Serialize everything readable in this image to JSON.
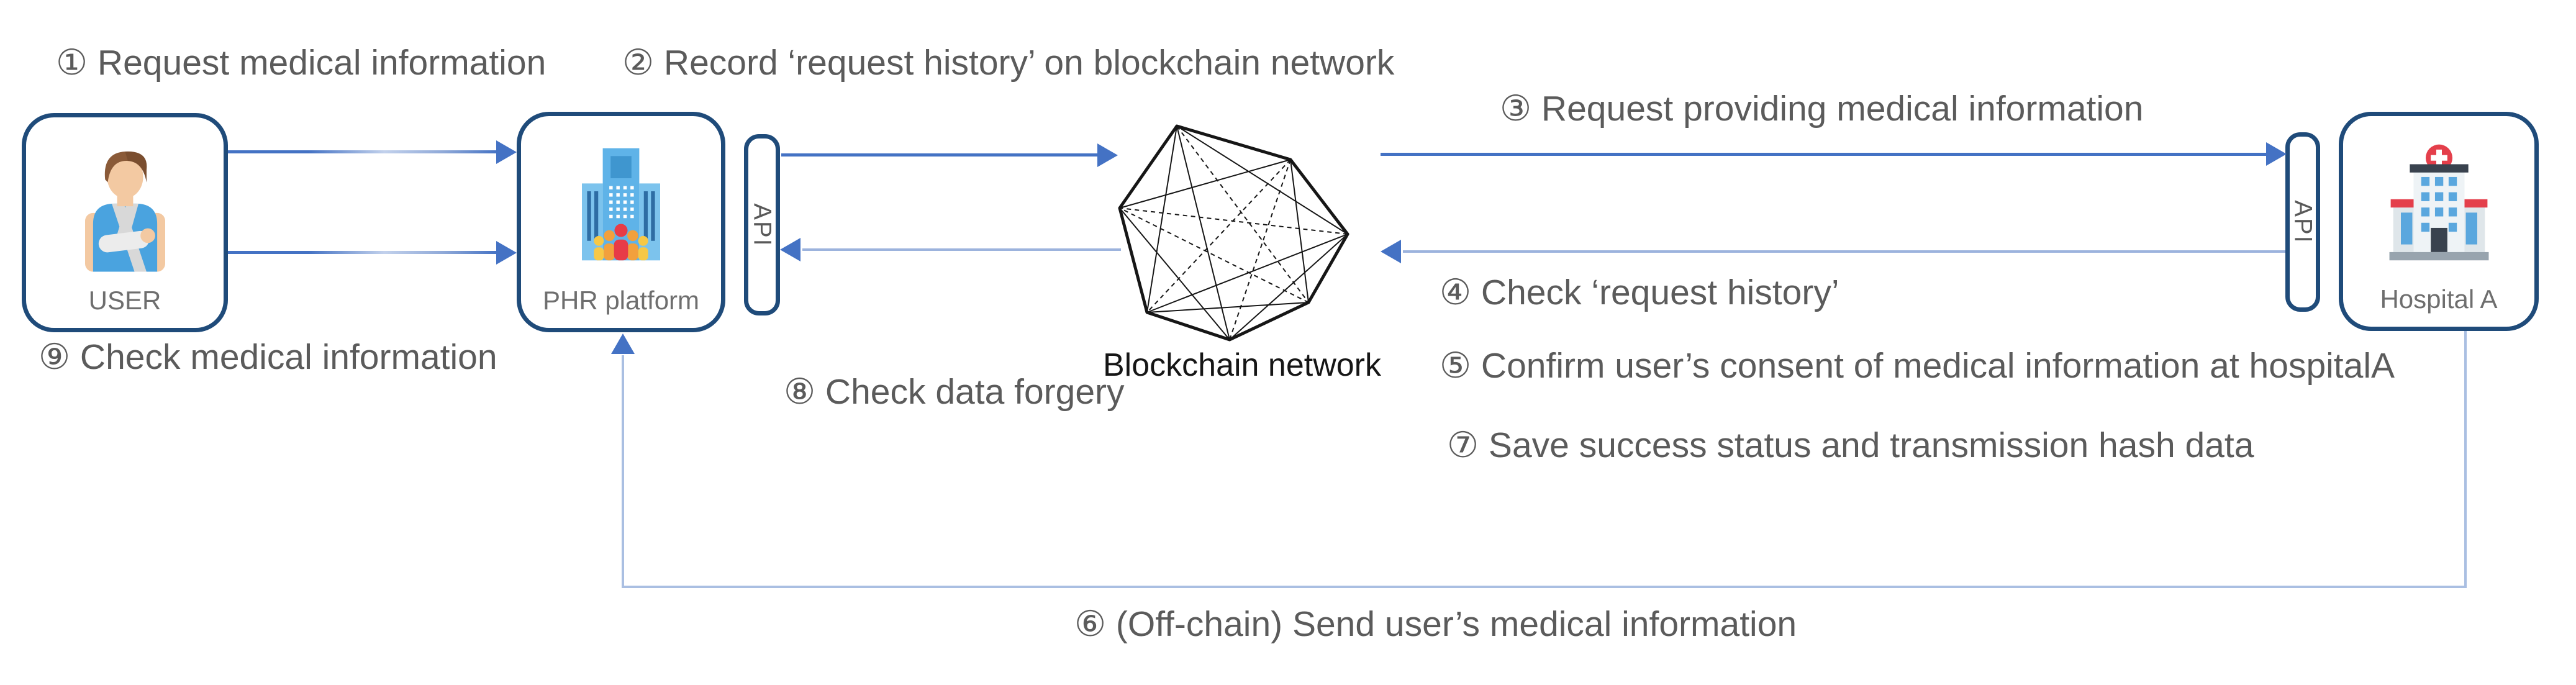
{
  "diagram": {
    "nodes": {
      "user": {
        "label": "USER",
        "icon": "injured-person-icon"
      },
      "phr": {
        "label": "PHR platform",
        "icon": "city-building-icon"
      },
      "api_left": {
        "label": "API"
      },
      "blockchain": {
        "label": "Blockchain network",
        "icon": "polyhedron-mesh-icon"
      },
      "api_right": {
        "label": "API"
      },
      "hospital": {
        "label": "Hospital A",
        "icon": "hospital-building-icon"
      }
    },
    "steps": {
      "s1": "① Request medical information",
      "s2": "② Record ‘request history’ on blockchain network",
      "s3": "③ Request providing medical information",
      "s4": "④ Check ‘request history’",
      "s5": "⑤ Confirm user’s consent of medical information at hospitalA",
      "s6": "⑥ (Off-chain) Send user’s medical information",
      "s7": "⑦ Save success status and transmission hash data",
      "s8": "⑧ Check data forgery",
      "s9": "⑨ Check medical information"
    },
    "colors": {
      "box_border": "#1f4b7a",
      "arrow_dark": "#4472c4",
      "arrow_light": "#9cb3dd",
      "offchain_line": "#aabfe2",
      "step_text": "#5b5b5b",
      "node_label": "#6e6e6e",
      "blockchain_label": "#161616"
    }
  }
}
